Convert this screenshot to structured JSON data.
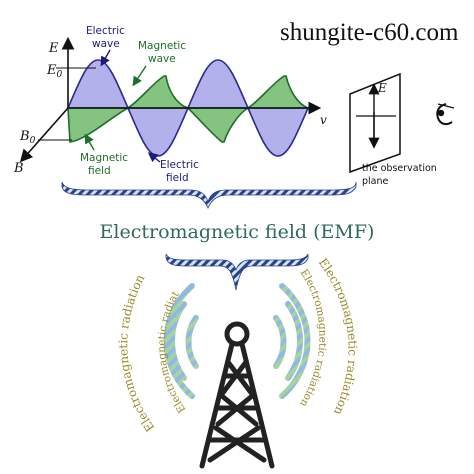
{
  "site": "shungite-c60.com",
  "wave": {
    "axis_E": "E",
    "axis_E0": "E",
    "axis_E0_sub": "0",
    "axis_B0": "B",
    "axis_B0_sub": "0",
    "axis_B": "B",
    "axis_v": "v",
    "electric_wave": [
      "Electric",
      "wave"
    ],
    "magnetic_wave": [
      "Magnetic",
      "wave"
    ],
    "magnetic_field": [
      "Magnetic",
      "field"
    ],
    "electric_field": [
      "Electric",
      "field"
    ]
  },
  "observation": {
    "axis_E": "E",
    "label": [
      "the observation",
      "plane"
    ]
  },
  "title": "Electromagnetic field (EMF)",
  "radiation": {
    "left_outer": "Electromagnetic radiation",
    "left_inner": "Electromagnetic radiation",
    "right_outer": "Electromagnetic radiation",
    "right_inner": "Electromagnetic radiation"
  },
  "colors": {
    "electric": "#9a97e6",
    "electric_stroke": "#2a2a8c",
    "magnetic": "#6fb86a",
    "magnetic_stroke": "#1f6e2a",
    "brace_blue": "#2d3f8f",
    "brace_light": "#c7e3ea",
    "title": "#2f6a5a",
    "radiation_text": "#9a8a2a",
    "arc_green": "#a7d49c",
    "arc_blue": "#8fb7e8",
    "tower": "#222222"
  }
}
